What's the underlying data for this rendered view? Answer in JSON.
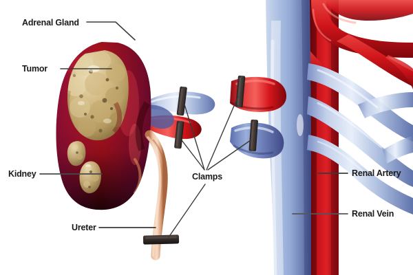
{
  "diagram": {
    "title": "Radical nephrectomy: kidney with tumor, adrenal gland, clamped renal vessels and ureter",
    "background_color": "#ffffff",
    "label_color": "#1a1a1a",
    "leader_line_color": "#4a4a4a",
    "clamp_color": "#3b3330"
  },
  "labels": {
    "adrenal_gland": "Adrenal Gland",
    "tumor": "Tumor",
    "kidney": "Kidney",
    "ureter": "Ureter",
    "clamps": "Clamps",
    "renal_artery": "Renal Artery",
    "renal_vein": "Renal Vein"
  },
  "anatomy": {
    "adrenal_gland": {
      "name": "Adrenal Gland",
      "color": "#D99A23",
      "highlight": "#F0C050",
      "shadow": "#9A6410"
    },
    "kidney": {
      "name": "Kidney",
      "color": "#8E0F18",
      "highlight": "#C42030",
      "shadow": "#2B0508"
    },
    "tumor": {
      "name": "Tumor",
      "color": "#C9AE77",
      "highlight": "#E8DCBA",
      "shadow": "#8A7340"
    },
    "ureter": {
      "name": "Ureter",
      "color": "#E0A882",
      "highlight": "#F6D9C4",
      "shadow": "#B27A55"
    },
    "renal_artery": {
      "name": "Renal Artery",
      "color": "#D8161C",
      "highlight": "#F4524F",
      "shadow": "#78070C"
    },
    "renal_vein": {
      "name": "Renal Vein",
      "color": "#A9BBDF",
      "highlight": "#E6EDF8",
      "shadow": "#5568A0"
    },
    "vena_cava": {
      "name": "Inferior Vena Cava",
      "color": "#A9BBDF"
    },
    "aorta": {
      "name": "Aorta",
      "color": "#C8151B"
    }
  },
  "clamps": [
    {
      "id": "clamp-renal-vein-hilum",
      "vessel": "Renal Vein",
      "position": "hilum upper"
    },
    {
      "id": "clamp-renal-artery-hilum",
      "vessel": "Renal Artery",
      "position": "hilum lower"
    },
    {
      "id": "clamp-renal-artery-trunk",
      "vessel": "Renal Artery",
      "position": "aortic origin"
    },
    {
      "id": "clamp-renal-vein-trunk",
      "vessel": "Renal Vein",
      "position": "caval junction"
    },
    {
      "id": "clamp-ureter",
      "vessel": "Ureter",
      "position": "distal ureter"
    }
  ]
}
